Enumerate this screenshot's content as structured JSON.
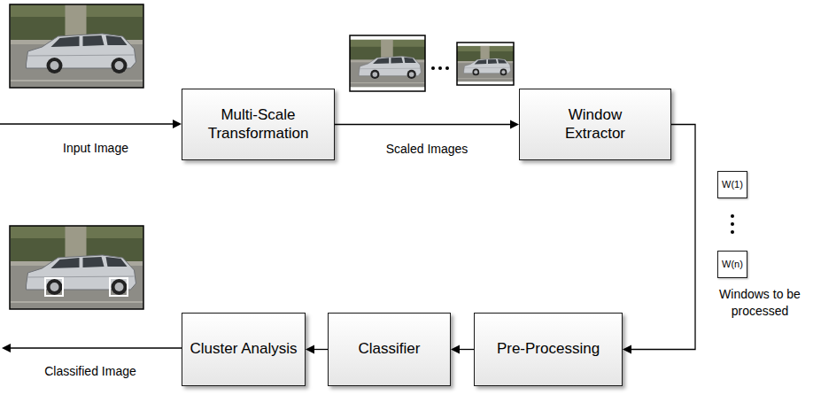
{
  "diagram": {
    "nodes": [
      {
        "text": [
          "Multi-Scale Transformation"
        ]
      },
      {
        "text": [
          "Window Extractor"
        ]
      },
      {
        "text": [
          "W(1)"
        ]
      },
      {
        "text": [
          "W(n)"
        ]
      },
      {
        "text": [
          "Pre-Processing"
        ]
      },
      {
        "text": [
          "Classifier"
        ]
      },
      {
        "text": [
          "Cluster Analysis"
        ]
      }
    ],
    "edges": [
      {
        "from": 0,
        "to": 1,
        "arrow": "to",
        "label": "Scaled Images"
      },
      {
        "from": 1,
        "to": 4,
        "arrow": "to"
      },
      {
        "from": 4,
        "to": 5,
        "arrow": "to"
      },
      {
        "from": 5,
        "to": 6,
        "arrow": "to"
      }
    ],
    "labels": [
      "Input Image",
      "Windows to be processed",
      "Classified Image"
    ]
  }
}
